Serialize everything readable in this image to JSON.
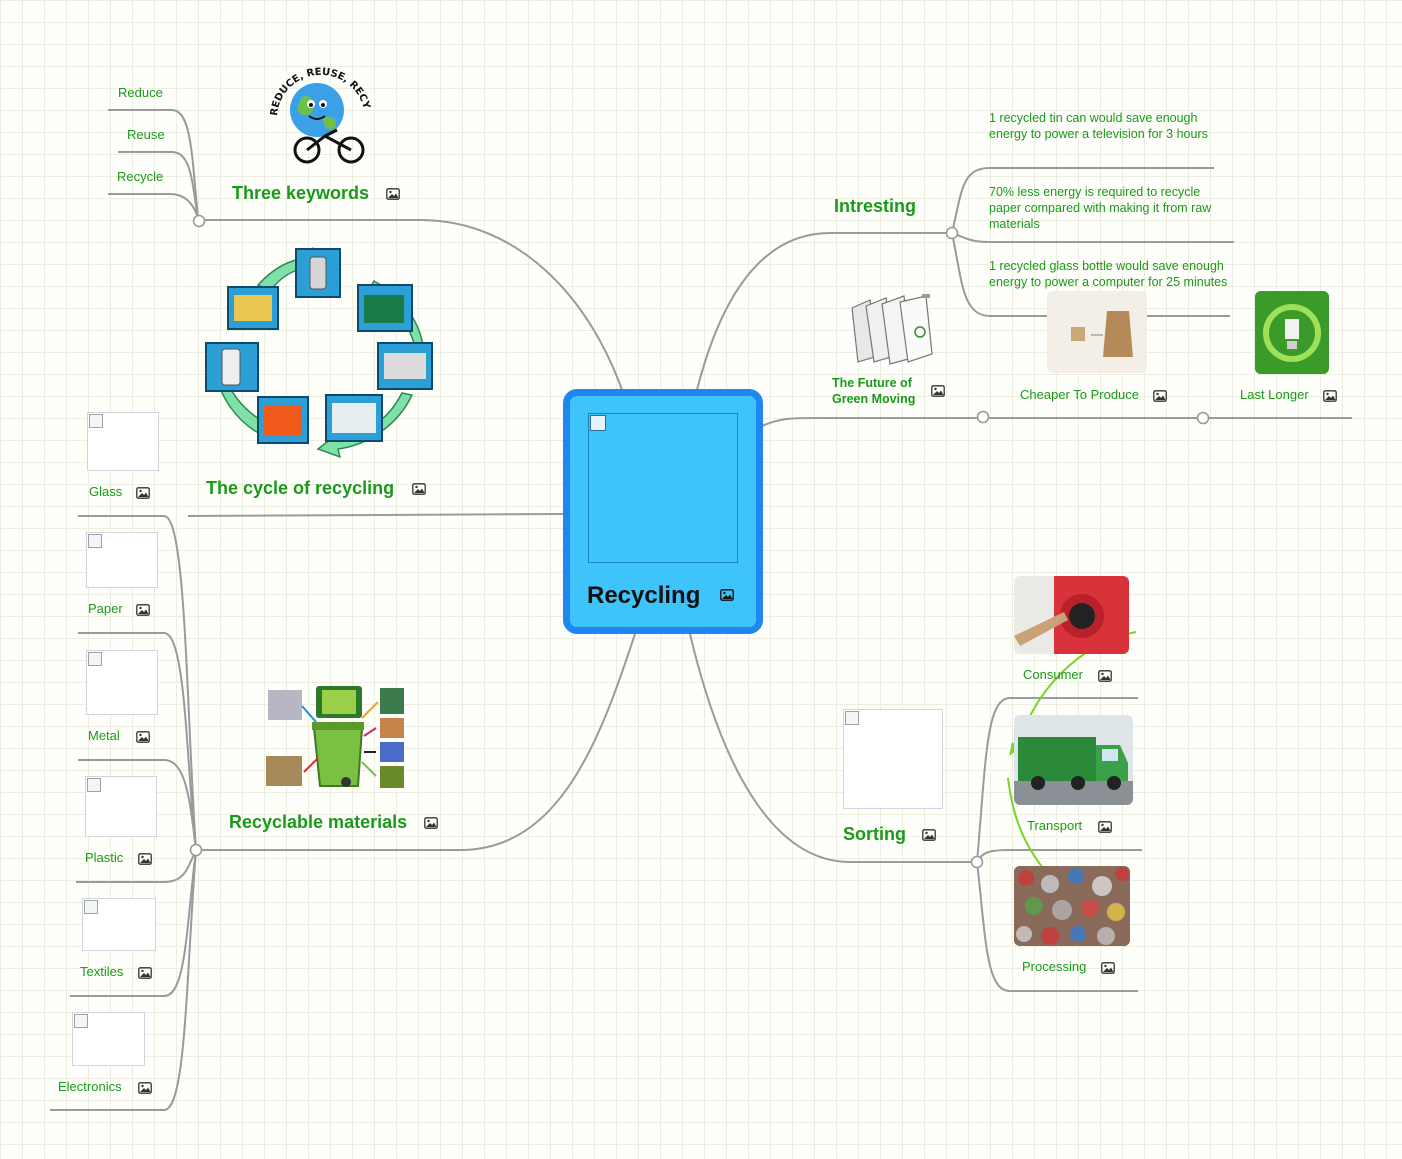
{
  "central": {
    "title": "Recycling"
  },
  "left": {
    "three_keywords": {
      "title": "Three keywords",
      "items": [
        "Reduce",
        "Reuse",
        "Recycle"
      ],
      "logo_text": "REDUCE, REUSE, RECYCLE"
    },
    "cycle": {
      "title": "The cycle of recycling"
    },
    "materials": {
      "title": "Recyclable materials",
      "items": [
        "Glass",
        "Paper",
        "Metal",
        "Plastic",
        "Textiles",
        "Electronics"
      ]
    }
  },
  "right": {
    "interesting": {
      "title": "Intresting",
      "facts": [
        "1 recycled tin can would save enough energy to power a television for 3 hours",
        "70% less energy is required to recycle paper compared with making it from raw materials",
        "1 recycled glass bottle would save enough energy to power a computer for 25 minutes"
      ]
    },
    "future": {
      "title": "The Future of Green Moving",
      "items": [
        "Cheaper To Produce",
        "Last Longer"
      ]
    },
    "sorting": {
      "title": "Sorting",
      "items": [
        "Consumer",
        "Transport",
        "Processing"
      ]
    }
  },
  "colors": {
    "branch_text": "#1a9a1a",
    "central_fill": "#3ec3fb",
    "central_border": "#1e88f0",
    "link": "#9a9a9a"
  },
  "icons": {
    "image_marker": "image-icon"
  }
}
